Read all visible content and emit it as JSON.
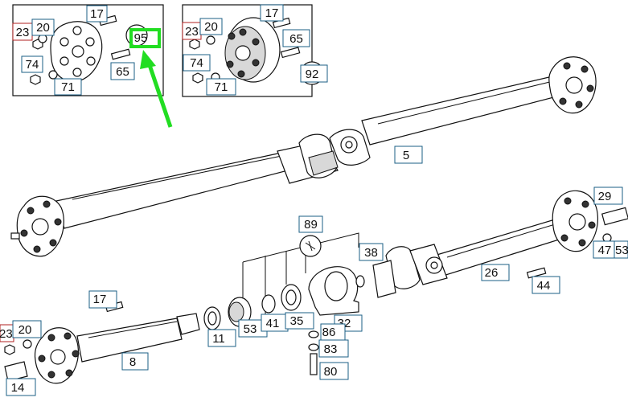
{
  "diagram": {
    "callouts": [
      {
        "id": "c-17-a",
        "label": "17"
      },
      {
        "id": "c-23-a",
        "label": "23"
      },
      {
        "id": "c-20-a",
        "label": "20"
      },
      {
        "id": "c-74-a",
        "label": "74"
      },
      {
        "id": "c-71-a",
        "label": "71"
      },
      {
        "id": "c-65-a",
        "label": "65"
      },
      {
        "id": "c-95",
        "label": "95"
      },
      {
        "id": "c-17-b",
        "label": "17"
      },
      {
        "id": "c-23-b",
        "label": "23"
      },
      {
        "id": "c-20-b",
        "label": "20"
      },
      {
        "id": "c-65-b",
        "label": "65"
      },
      {
        "id": "c-74-b",
        "label": "74"
      },
      {
        "id": "c-71-b",
        "label": "71"
      },
      {
        "id": "c-92",
        "label": "92"
      },
      {
        "id": "c-5",
        "label": "5"
      },
      {
        "id": "c-29",
        "label": "29"
      },
      {
        "id": "c-89",
        "label": "89"
      },
      {
        "id": "c-38",
        "label": "38"
      },
      {
        "id": "c-26",
        "label": "26"
      },
      {
        "id": "c-47",
        "label": "47"
      },
      {
        "id": "c-53-r",
        "label": "53"
      },
      {
        "id": "c-44",
        "label": "44"
      },
      {
        "id": "c-17-c",
        "label": "17"
      },
      {
        "id": "c-23-c",
        "label": "23"
      },
      {
        "id": "c-20-c",
        "label": "20"
      },
      {
        "id": "c-8",
        "label": "8"
      },
      {
        "id": "c-14",
        "label": "14"
      },
      {
        "id": "c-11",
        "label": "11"
      },
      {
        "id": "c-53",
        "label": "53"
      },
      {
        "id": "c-41",
        "label": "41"
      },
      {
        "id": "c-35",
        "label": "35"
      },
      {
        "id": "c-32",
        "label": "32"
      },
      {
        "id": "c-86",
        "label": "86"
      },
      {
        "id": "c-83",
        "label": "83"
      },
      {
        "id": "c-80",
        "label": "80"
      }
    ],
    "highlight_color": "#22dd22",
    "callout_border_color": "#1b5f86",
    "alt_border_color": "#b02020"
  }
}
